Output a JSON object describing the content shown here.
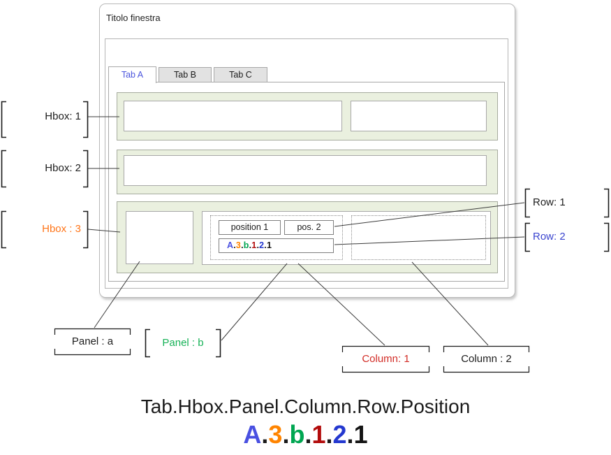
{
  "window": {
    "title": "Titolo finestra",
    "tabs": [
      {
        "label": "Tab A",
        "active": true,
        "color": "#4b55dd"
      },
      {
        "label": "Tab B",
        "active": false,
        "color": "#1a1a1a"
      },
      {
        "label": "Tab C",
        "active": false,
        "color": "#1a1a1a"
      }
    ],
    "widgets": {
      "position1": "position 1",
      "position2": "pos. 2"
    }
  },
  "annotations": {
    "hbox1": {
      "text": "Hbox: 1",
      "color": "#1c1c1c"
    },
    "hbox2": {
      "text": "Hbox: 2",
      "color": "#1c1c1c"
    },
    "hbox3": {
      "text": "Hbox : 3",
      "color": "#ff7519"
    },
    "row1": {
      "text": "Row: 1",
      "color": "#1c1c1c"
    },
    "row2": {
      "text": "Row: 2",
      "color": "#3a44cf"
    },
    "panel_a": {
      "text": "Panel : a",
      "color": "#1c1c1c"
    },
    "panel_b": {
      "text": "Panel : b",
      "color": "#17b257"
    },
    "column1": {
      "text": "Column: 1",
      "color": "#d22c26"
    },
    "column2": {
      "text": "Column : 2",
      "color": "#1c1c1c"
    }
  },
  "caption": {
    "formula": "Tab.Hbox.Panel.Column.Row.Position"
  },
  "code": {
    "segments": [
      {
        "t": "A",
        "c": "#4950e1"
      },
      {
        "t": ".",
        "c": "#1a1a1a"
      },
      {
        "t": "3",
        "c": "#ff8400"
      },
      {
        "t": ".",
        "c": "#1a1a1a"
      },
      {
        "t": "b",
        "c": "#00a651"
      },
      {
        "t": ".",
        "c": "#1a1a1a"
      },
      {
        "t": "1",
        "c": "#b20b0b"
      },
      {
        "t": ".",
        "c": "#1a1a1a"
      },
      {
        "t": "2",
        "c": "#2438cf"
      },
      {
        "t": ".",
        "c": "#1a1a1a"
      },
      {
        "t": "1",
        "c": "#141414"
      }
    ]
  },
  "colors": {
    "hbox_background": "#eaf0df",
    "hbox_border": "#a6ab9e",
    "active_tab_text": "#4b55dd",
    "inactive_tab_fill": "#e2e2e2"
  }
}
